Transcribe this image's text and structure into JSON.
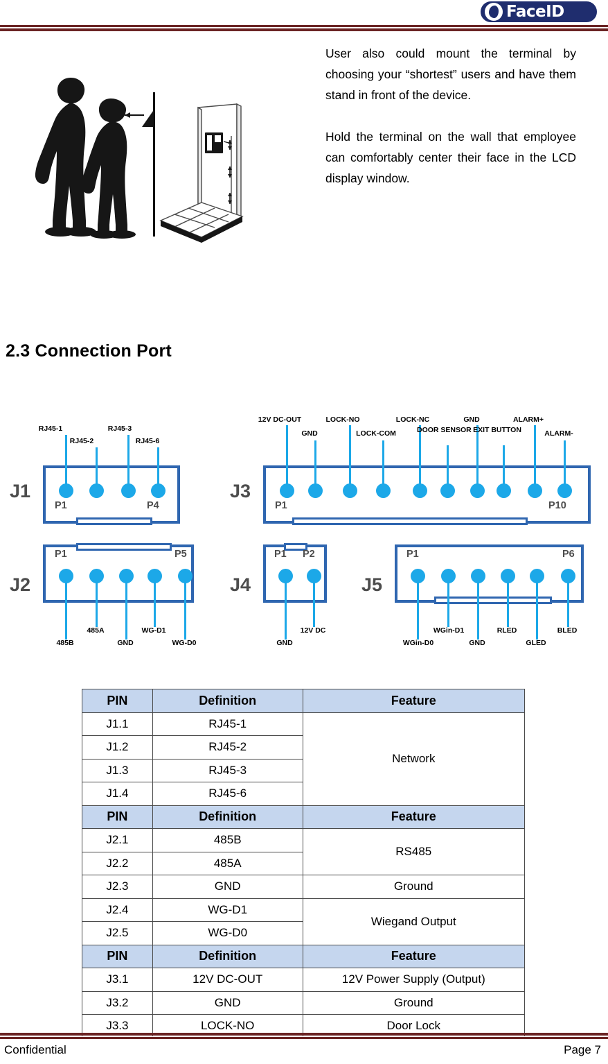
{
  "header": {
    "logo_text": "FaceID",
    "logo_icon": "face-profile-icon"
  },
  "illustration": {
    "caption": "mounting-height-illustration"
  },
  "paragraphs": [
    "User also could mount the terminal by choosing your “shortest” users and have them stand in front of the device.",
    "Hold the terminal on the wall that employee can comfortably center their face in the LCD display window."
  ],
  "section": {
    "heading": "2.3 Connection Port"
  },
  "connectors": [
    {
      "id": "J1",
      "first_pin": "P1",
      "last_pin": "P4",
      "labels_position": "above",
      "notch": "bottom",
      "signals": [
        "RJ45-1",
        "RJ45-2",
        "RJ45-3",
        "RJ45-6"
      ]
    },
    {
      "id": "J3",
      "first_pin": "P1",
      "last_pin": "P10",
      "labels_position": "above",
      "notch": "bottom",
      "signals": [
        "12V DC-OUT",
        "GND",
        "LOCK-NO",
        "LOCK-COM",
        "LOCK-NC",
        "DOOR SENSOR",
        "GND",
        "EXIT BUTTON",
        "ALARM+",
        "ALARM-"
      ]
    },
    {
      "id": "J2",
      "first_pin": "P1",
      "last_pin": "P5",
      "labels_position": "below",
      "notch": "top",
      "signals": [
        "485B",
        "485A",
        "GND",
        "WG-D1",
        "WG-D0"
      ]
    },
    {
      "id": "J4",
      "first_pin": "P1",
      "last_pin": "P2",
      "labels_position": "below",
      "notch": "top",
      "signals": [
        "GND",
        "12V DC"
      ]
    },
    {
      "id": "J5",
      "first_pin": "P1",
      "last_pin": "P6",
      "labels_position": "below",
      "notch": "bottom-inner",
      "signals": [
        "WGin-D0",
        "WGin-D1",
        "GND",
        "RLED",
        "GLED",
        "BLED"
      ]
    }
  ],
  "table": {
    "columns": [
      "PIN",
      "Definition",
      "Feature"
    ],
    "blocks": [
      {
        "rows": [
          {
            "pin": "J1.1",
            "definition": "RJ45-1"
          },
          {
            "pin": "J1.2",
            "definition": "RJ45-2"
          },
          {
            "pin": "J1.3",
            "definition": "RJ45-3"
          },
          {
            "pin": "J1.4",
            "definition": "RJ45-6"
          }
        ],
        "features": [
          {
            "text": "Network",
            "span": 4
          }
        ]
      },
      {
        "rows": [
          {
            "pin": "J2.1",
            "definition": "485B"
          },
          {
            "pin": "J2.2",
            "definition": "485A"
          },
          {
            "pin": "J2.3",
            "definition": "GND"
          },
          {
            "pin": "J2.4",
            "definition": "WG-D1"
          },
          {
            "pin": "J2.5",
            "definition": "WG-D0"
          }
        ],
        "features": [
          {
            "text": "RS485",
            "span": 2
          },
          {
            "text": "Ground",
            "span": 1
          },
          {
            "text": "Wiegand Output",
            "span": 2
          }
        ]
      },
      {
        "rows": [
          {
            "pin": "J3.1",
            "definition": "12V DC-OUT"
          },
          {
            "pin": "J3.2",
            "definition": "GND"
          },
          {
            "pin": "J3.3",
            "definition": "LOCK-NO"
          }
        ],
        "features": [
          {
            "text": "12V Power Supply (Output)",
            "span": 1
          },
          {
            "text": "Ground",
            "span": 1
          },
          {
            "text": "Door Lock",
            "span": 1
          }
        ]
      }
    ]
  },
  "footer": {
    "left": "Confidential",
    "right": "Page 7"
  },
  "colors": {
    "rule": "#6B2424",
    "pin": "#1CA8E8",
    "connector_border": "#2F66B0",
    "table_header": "#C5D6EE",
    "logo_bg": "#1F2D6E"
  }
}
